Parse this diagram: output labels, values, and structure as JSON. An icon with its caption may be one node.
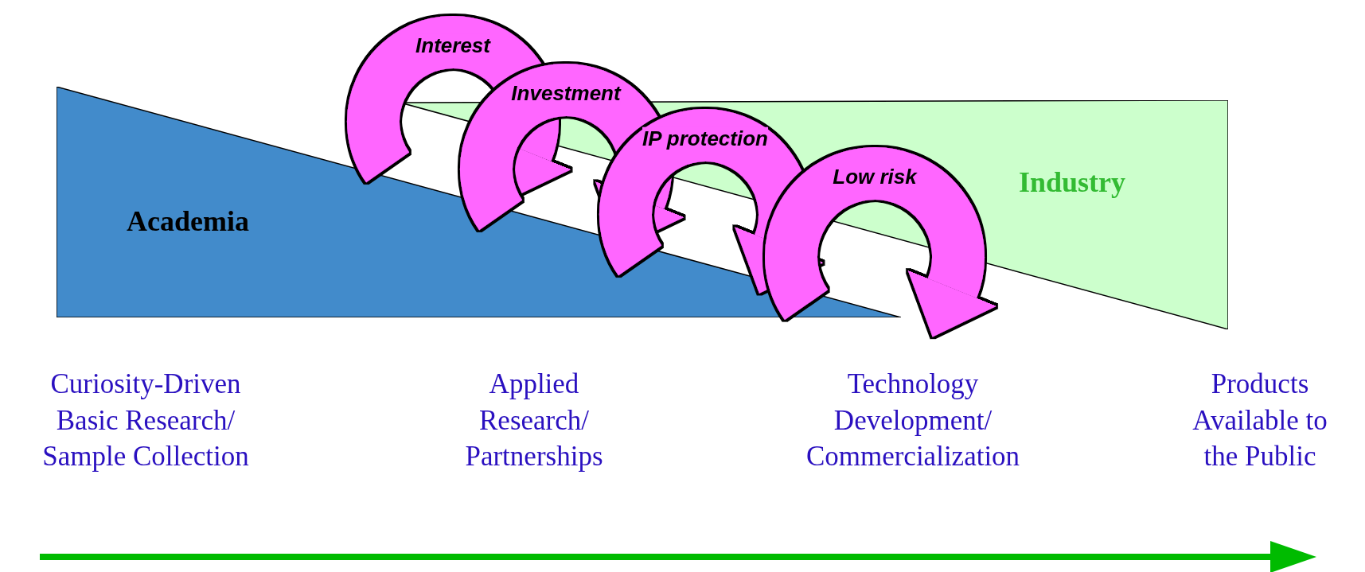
{
  "diagram": {
    "nodes": [
      {
        "text": [
          "Academia"
        ]
      },
      {
        "text": [
          "Industry"
        ]
      }
    ],
    "edges": [
      {
        "from": 0,
        "to": 1,
        "arrow": "to",
        "label": "Interest"
      },
      {
        "from": 0,
        "to": 1,
        "arrow": "to",
        "label": "Investment"
      },
      {
        "from": 0,
        "to": 1,
        "arrow": "to",
        "label": "IP protection"
      },
      {
        "from": 0,
        "to": 1,
        "arrow": "to",
        "label": "Low risk"
      }
    ],
    "labels": [
      "Curiosity-Driven Basic Research/ Sample Collection",
      "Applied Research/ Partnerships",
      "Technology Development/ Commercialization",
      "Products Available to the Public"
    ]
  }
}
